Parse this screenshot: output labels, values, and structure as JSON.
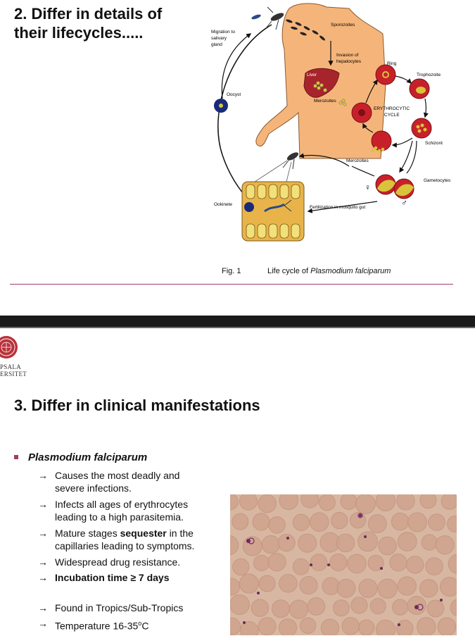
{
  "slide1": {
    "title_line1": "2. Differ in details of",
    "title_line2": "their lifecycles.....",
    "diagram_labels": {
      "sporozoites": "Sporozoites",
      "migration_1": "Migration to",
      "migration_2": "salivary",
      "migration_3": "gland",
      "invasion_1": "Invasion of",
      "invasion_2": "hepatocytes",
      "liver": "Liver",
      "ring": "Ring",
      "trophozoite": "Trophozoite",
      "oocyst": "Oocyst",
      "merozoites_liver": "Merozoites",
      "erythrocytic_1": "ERYTHROCYTIC",
      "erythrocytic_2": "CYCLE",
      "schizont": "Schizont",
      "merozoites_blood": "Merozoites",
      "gametocytes": "Gametocytes",
      "ookinete": "Ookinete",
      "fertilization": "Fertilization in mosquito gut",
      "female_symbol": "♀",
      "male_symbol": "♂"
    },
    "caption_number": "Fig. 1",
    "caption_text_plain": "Life cycle of ",
    "caption_text_italic": "Plasmodium falciparum"
  },
  "slide2": {
    "university_line1": "PSALA",
    "university_line2": "ERSITET",
    "title": "3. Differ in clinical manifestations",
    "species": "Plasmodium falciparum",
    "arrow": "→",
    "points": [
      {
        "line1": "Causes the most deadly and",
        "line2": "severe infections."
      },
      {
        "line1": "Infects all ages of erythrocytes",
        "line2": "leading to a high parasitemia."
      },
      {
        "line1_pre": "Mature stages ",
        "line1_bold": "sequester",
        "line1_post": " in the",
        "line2": "capillaries leading to symptoms."
      },
      {
        "line1": "Widespread drug resistance."
      },
      {
        "line1_bold": "Incubation time ≥ 7 days"
      },
      {
        "line1": "Found in Tropics/Sub-Tropics"
      },
      {
        "line1_pre": "Temperature 16-35",
        "line1_sup": "o",
        "line1_post": "C"
      }
    ]
  },
  "colors": {
    "accent": "#a33a6a",
    "body_skin": "#f5b57a",
    "rbc_red": "#c8202a",
    "parasite_yellow": "#d8c43a",
    "micro_bg": "#d7b7a2"
  }
}
